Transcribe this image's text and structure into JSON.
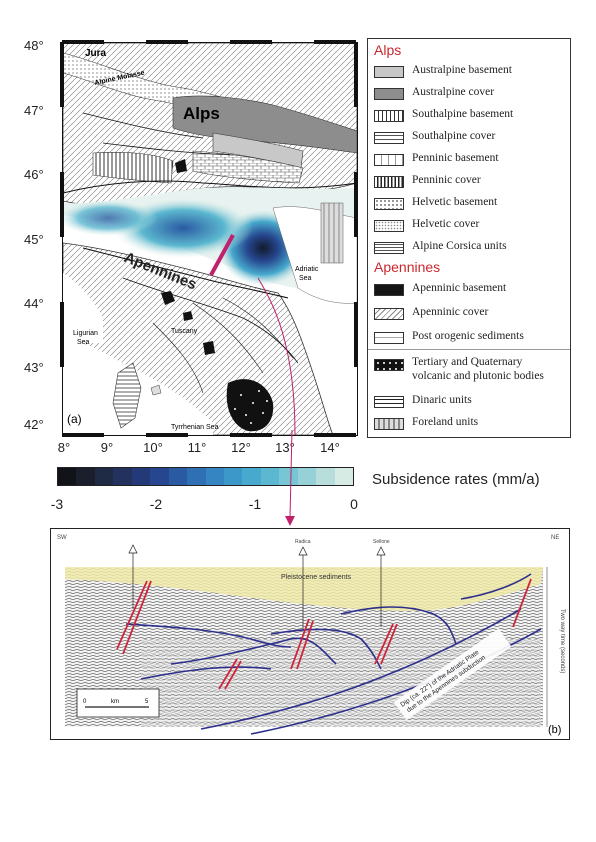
{
  "map": {
    "panel_label": "(a)",
    "latitudes": [
      "48°",
      "47°",
      "46°",
      "45°",
      "44°",
      "43°",
      "42°"
    ],
    "longitudes": [
      "8°",
      "9°",
      "10°",
      "11°",
      "12°",
      "13°",
      "14°"
    ],
    "place_labels": {
      "jura": "Jura",
      "alpine_molasse": "Alpine Molasse",
      "alps": "Alps",
      "apennines": "Apennines",
      "adriatic_sea": "Adriatic\nSea",
      "ligurian_sea": "Ligurian\nSea",
      "tuscany": "Tuscany",
      "tyrrhenian_sea": "Tyrrhenian Sea"
    }
  },
  "legend": {
    "alps_heading": "Alps",
    "apennines_heading": "Apennines",
    "alps_items": [
      {
        "label": "Austral​pine basement"
      },
      {
        "label": "Australpine cover"
      },
      {
        "label": "Southalpine basement"
      },
      {
        "label": "Southalpine cover"
      },
      {
        "label": "Penninic basement"
      },
      {
        "label": "Penninic cover"
      },
      {
        "label": "Helvetic basement"
      },
      {
        "label": "Helvetic cover"
      },
      {
        "label": "Alpine Corsica units"
      }
    ],
    "apennines_items": [
      {
        "label": "Apenninic basement"
      },
      {
        "label": "Apenninic cover"
      },
      {
        "label": "Post orogenic sediments"
      },
      {
        "label": "Tertiary and Quaternary\nvolcanic and plutonic bodies"
      },
      {
        "label": "Dinaric units"
      },
      {
        "label": "Foreland units"
      }
    ]
  },
  "colorbar": {
    "title": "Subsidence rates (mm/a)",
    "ticks": [
      "-3",
      "-2",
      "-1",
      "0"
    ],
    "colors": [
      "#111318",
      "#1a1f2b",
      "#1f2a44",
      "#22315e",
      "#243a78",
      "#26478f",
      "#2a5aa2",
      "#2f6fb3",
      "#3585c2",
      "#3b98c8",
      "#47a9cd",
      "#5cb8d0",
      "#78c5d3",
      "#97d1d8",
      "#b8dedc",
      "#d6ebe4"
    ]
  },
  "section": {
    "panel_label": "(b)",
    "sw": "SW",
    "ne": "NE",
    "sediments_label": "Pleistocene sediments",
    "well1": "Radica",
    "well2": "Sellone",
    "axis_label": "Two way time (seconds)",
    "dip_label": "Dip (ca. 22°) of the Adriatic Plate\ndue to the Apennines subduction",
    "scale_zero": "0",
    "scale_unit": "km",
    "scale_five": "5"
  }
}
